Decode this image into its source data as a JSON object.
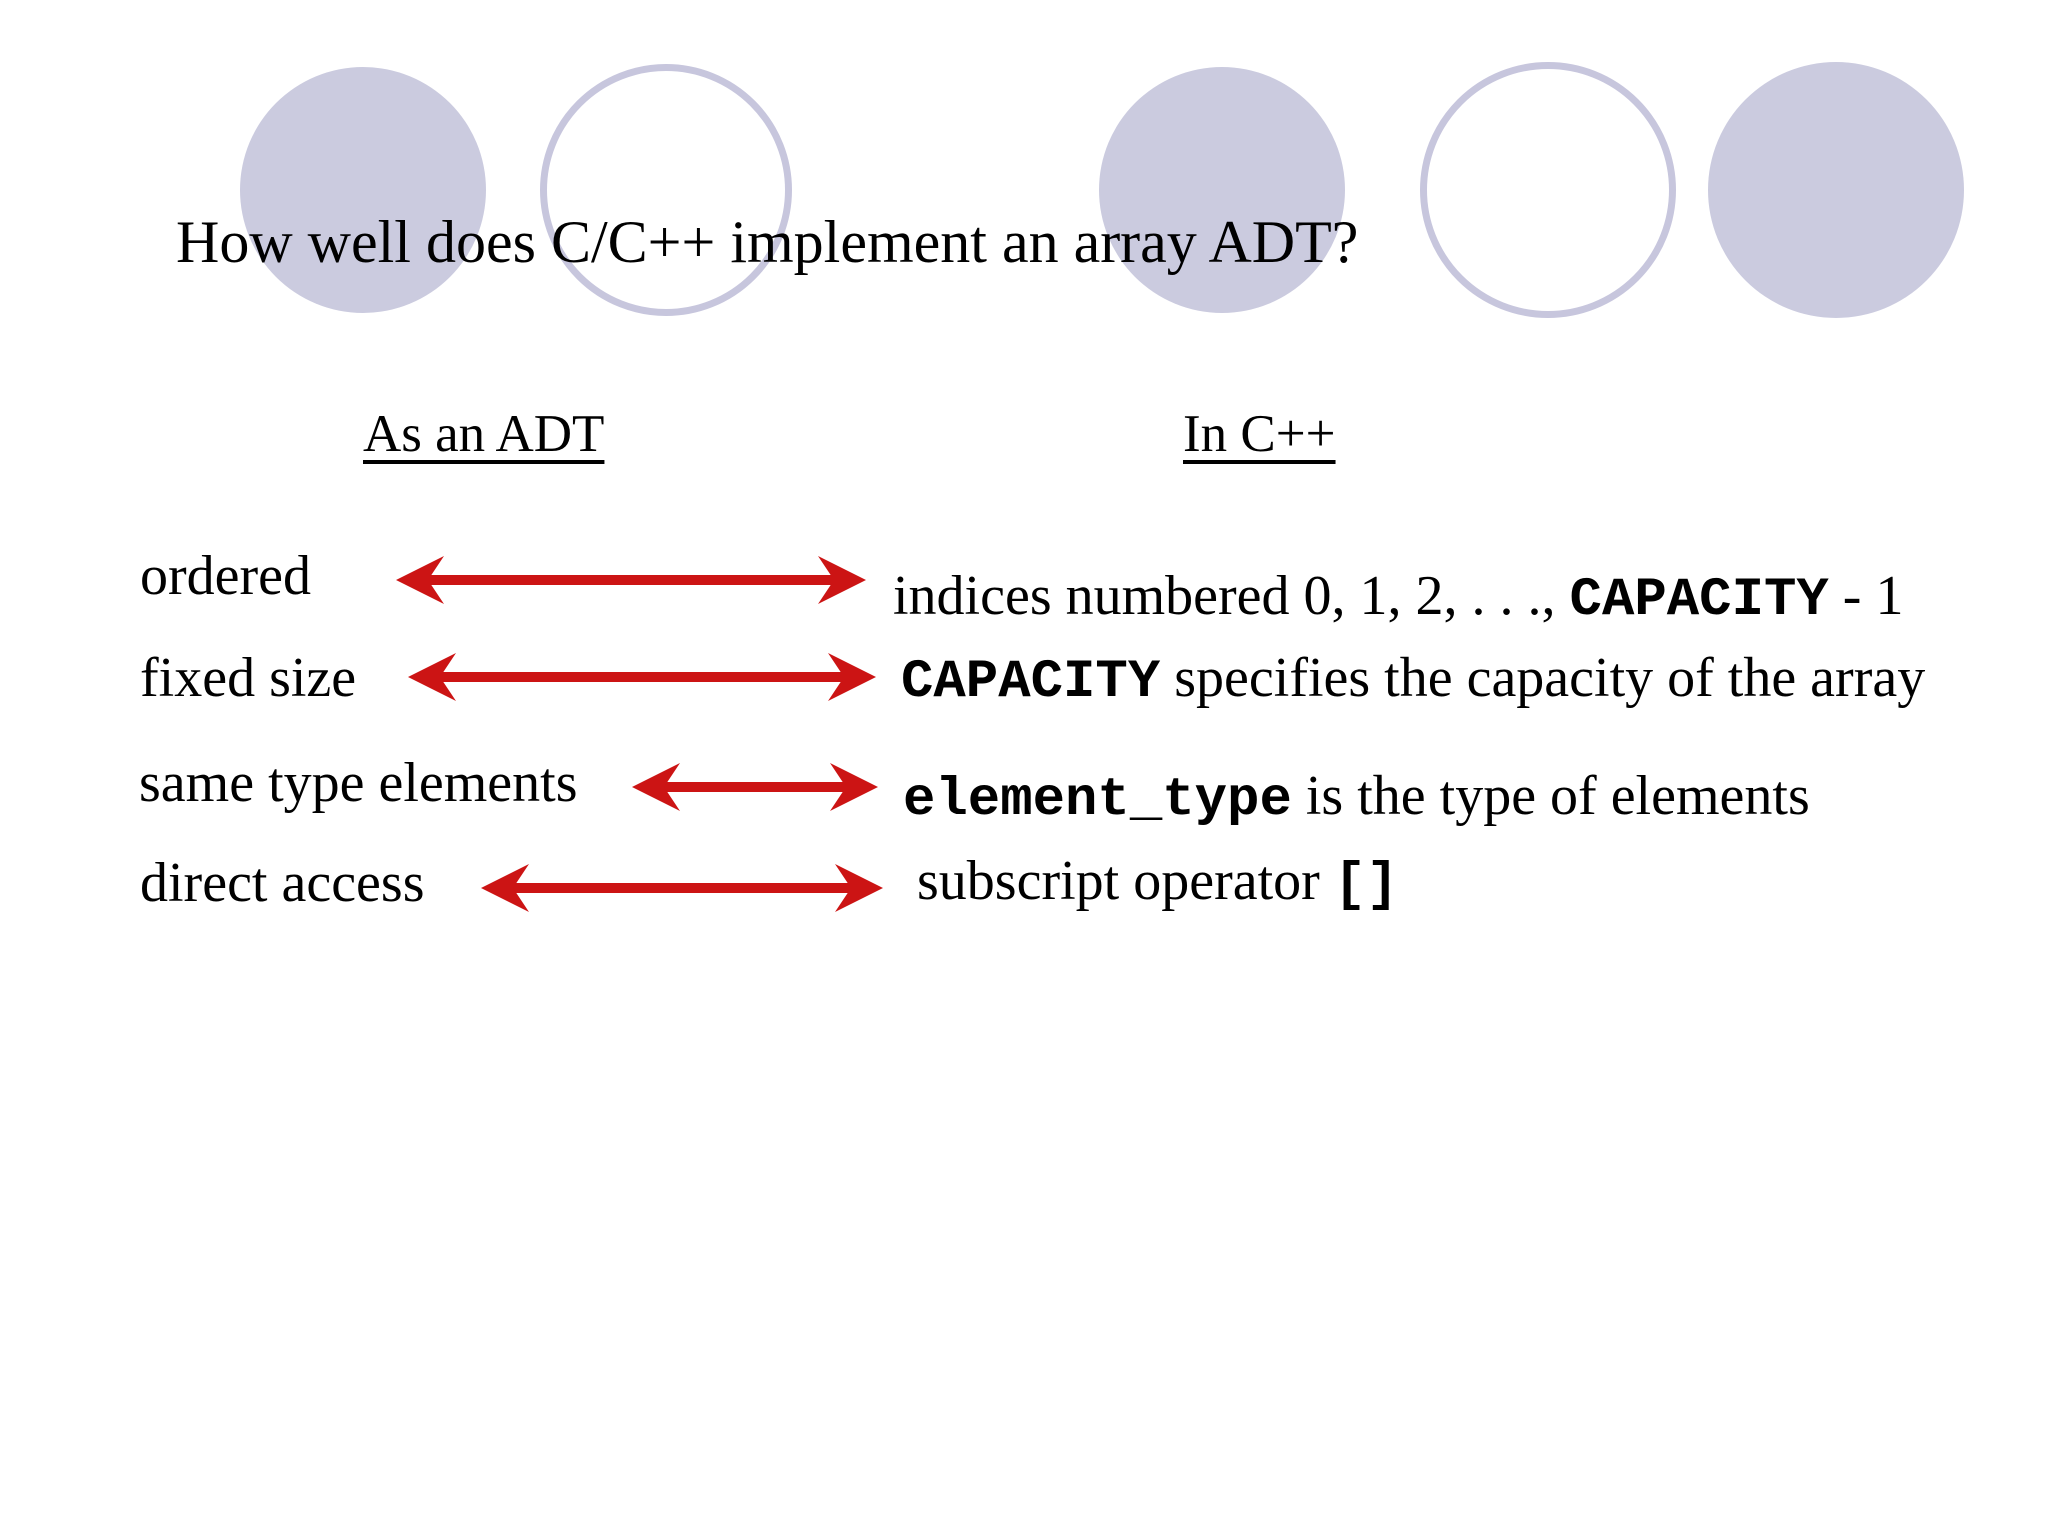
{
  "title": "How well does C/C++ implement an array ADT?",
  "columns": {
    "left_header": "As an ADT",
    "right_header": "In C++"
  },
  "rows": [
    {
      "left": "ordered",
      "right_pre": "indices numbered 0, 1, 2, . . ., ",
      "right_code": "CAPACITY",
      "right_post": " - 1"
    },
    {
      "left": "fixed size",
      "right_pre": "",
      "right_code": "CAPACITY",
      "right_post": " specifies the capacity of the array"
    },
    {
      "left": "same type elements",
      "right_pre": "",
      "right_code": "element_type",
      "right_post": " is the type of elements"
    },
    {
      "left": "direct access",
      "right_pre": "subscript operator ",
      "right_code": "[]",
      "right_post": ""
    }
  ],
  "icons": {
    "connector": "double-headed-arrow"
  },
  "colors": {
    "arrow_red": "#cc1414",
    "circle_lavender": "#cbcbdf",
    "circle_outline_lavender": "#c7c6dd",
    "text_black": "#000000",
    "background": "#ffffff"
  }
}
